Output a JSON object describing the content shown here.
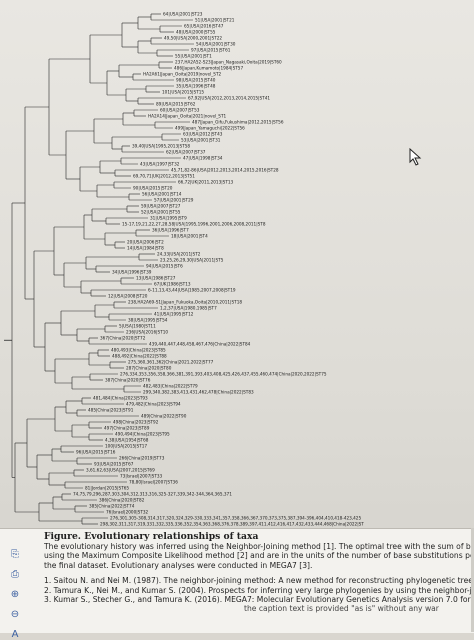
{
  "tree": {
    "leaves": [
      {
        "label": "64|USA|2001|ST23"
      },
      {
        "label": "51|USA|2001|ST21"
      },
      {
        "label": "65|USA|2016|ST47"
      },
      {
        "label": "48|USA|2000|ST55"
      },
      {
        "label": "49,50|USA|2000,2001|ST22"
      },
      {
        "label": "54|USA|2001|ST30"
      },
      {
        "label": "97|USA|2015|ST61"
      },
      {
        "label": "55|USA|2001|ST1"
      },
      {
        "label": "237,HA2A52-S23|Japan_Nagasaki,Ooita|2019|ST60"
      },
      {
        "label": "486|Japan,Kumamoto|1984|ST57"
      },
      {
        "label": "HA2A61|Japan_Ooita|2019|novel_ST2"
      },
      {
        "label": "98|USA|2015|ST40"
      },
      {
        "label": "35|USA|1996|ST48"
      },
      {
        "label": "101|USA|2015|ST15"
      },
      {
        "label": "67,92|USA|2012,2013,2014,2015|ST41"
      },
      {
        "label": "89|USA|2015|ST62"
      },
      {
        "label": "60|USA|2007|ST53"
      },
      {
        "label": "HA2A14|Japan_Ooita|2021|novel_ST1"
      },
      {
        "label": "487|Japan_Gifu,Fukushima|2012,2015|ST56"
      },
      {
        "label": "499|Japan_Yamaguchi|2022|ST56"
      },
      {
        "label": "63|USA|2012|ST43"
      },
      {
        "label": "53|USA|2001|ST31"
      },
      {
        "label": "39,40|USA|1995,2013|ST58"
      },
      {
        "label": "62|USA|2007|ST37"
      },
      {
        "label": "47|USA|1998|ST34"
      },
      {
        "label": "43|USA|1997|ST32"
      },
      {
        "label": "45,71,82-86|USA|2012,2013,2014,2015,2016|ST28"
      },
      {
        "label": "69,70,71|UK|2012,2013|ST51"
      },
      {
        "label": "66,72|UK|2011,2013|ST13"
      },
      {
        "label": "90|USA|2015|ST20"
      },
      {
        "label": "56|USA|2001|ST14"
      },
      {
        "label": "57|USA|2001|ST29"
      },
      {
        "label": "59|USA|2007|ST27"
      },
      {
        "label": "52|USA|2001|ST55"
      },
      {
        "label": "31|USA|1995|ST9"
      },
      {
        "label": "15-17,19,21,22,27,28,58|USA|1995,1996,2001,2006,2008,2011|ST8"
      },
      {
        "label": "36|USA|1996|ST7"
      },
      {
        "label": "18|USA|2001|ST4"
      },
      {
        "label": "20|USA|2006|ST2"
      },
      {
        "label": "14|USA|1984|ST8"
      },
      {
        "label": "24,33|USA|2011|ST2"
      },
      {
        "label": "23,25,26,29,30|USA|2011|ST5"
      },
      {
        "label": "94|USA|2015|ST6"
      },
      {
        "label": "34|USA|1996|ST39"
      },
      {
        "label": "13|USA|1986|ST27"
      },
      {
        "label": "67|UK|1986|ST13"
      },
      {
        "label": "6-11,13,43,44|USA|1985,2007,2008|ST19"
      },
      {
        "label": "12|USA|2008|ST20"
      },
      {
        "label": "238,HA2A69-S1|Japan_Fukuoka,Ooita|2010,2011|ST18"
      },
      {
        "label": "1,2,37|USA|1980,1985|ST7"
      },
      {
        "label": "41|USA|1995|ST12"
      },
      {
        "label": "38|USA|1995|ST54"
      },
      {
        "label": "5|USA|1980|ST11"
      },
      {
        "label": "236|USA|2016|ST10"
      },
      {
        "label": "367|China|2020|ST72"
      },
      {
        "label": "439,440,447,448,458,467,476|China|2022|ST84"
      },
      {
        "label": "480,493|China|2023|ST85"
      },
      {
        "label": "488,492|China|2022|ST88"
      },
      {
        "label": "275,360,361,362|China|2021,2022|ST77"
      },
      {
        "label": "287|China|2020|ST80"
      },
      {
        "label": "276,334,353,356,358,366,381,391,393,403,408,425,426,437,455,460,474|China|2020,2022|ST75"
      },
      {
        "label": "387|China|2020|ST76"
      },
      {
        "label": "482,483|China|2022|ST79"
      },
      {
        "label": "299,340,382,383,413,431,462,478|China|2022|ST83"
      },
      {
        "label": "481,484|China|2023|ST93"
      },
      {
        "label": "479,482|China|2023|ST94"
      },
      {
        "label": "485|China|2023|ST91"
      },
      {
        "label": "489|China|2022|ST90"
      },
      {
        "label": "498|China|2023|ST92"
      },
      {
        "label": "497|China|2023|ST89"
      },
      {
        "label": "490,494|China|2023|ST95"
      },
      {
        "label": "4,38|USA|1954|ST68"
      },
      {
        "label": "100|USA|2015|ST17"
      },
      {
        "label": "96|USA|2015|ST16"
      },
      {
        "label": "266|China|2019|ST73"
      },
      {
        "label": "93|USA|2015|ST67"
      },
      {
        "label": "3,61,62,63|USA|2007,2015|ST69"
      },
      {
        "label": "73|Israel|2007|ST33"
      },
      {
        "label": "78,80|Israel|2007|ST36"
      },
      {
        "label": "81|Jordan|2015|ST65"
      },
      {
        "label": "74,75,79,296,287,303,304,312,313,316,325-327,339,342-344,364,365,371"
      },
      {
        "label": "386|China|2020|ST82"
      },
      {
        "label": "385|China|2022|ST74"
      },
      {
        "label": "76|Israel|2000|ST32"
      },
      {
        "label": "276,301,305-308,314,317,320,324,329-330,333,341,357,358,366,367,370,373,375,387,394-396,404,410,418-423,425"
      },
      {
        "label": "298,302,311,317,319,331,332,335,336,352,354,363,368,376,378,389,397,411,412,416,417,432,433,444,468|China|2022|ST"
      }
    ]
  },
  "caption": {
    "title": "Figure. Evolutionary relationships of taxa",
    "body_lines": [
      "The evolutionary history was inferred using the Neighbor-Joining method [1]. The optimal tree with the sum of branch len",
      "using the Maximum Composite Likelihood method [2] and are in the units of the number of base substitutions per site. T",
      "the final dataset. Evolutionary analyses were conducted in MEGA7 [3]."
    ],
    "references": [
      "1. Saitou N. and Nei M. (1987). The neighbor-joining method: A new method for reconstructing phylogenetic trees. Molecul",
      "2. Tamura K., Nei M., and Kumar S. (2004). Prospects for inferring very large phylogenies by using the neighbor-joining m",
      "3. Kumar S., Stecher G., and Tamura K. (2016). MEGA7: Molecular Evolutionary Genetics Analysis version 7.0 for bigger da"
    ],
    "footer_partial": "the caption text is provided \"as is\" without any war"
  }
}
